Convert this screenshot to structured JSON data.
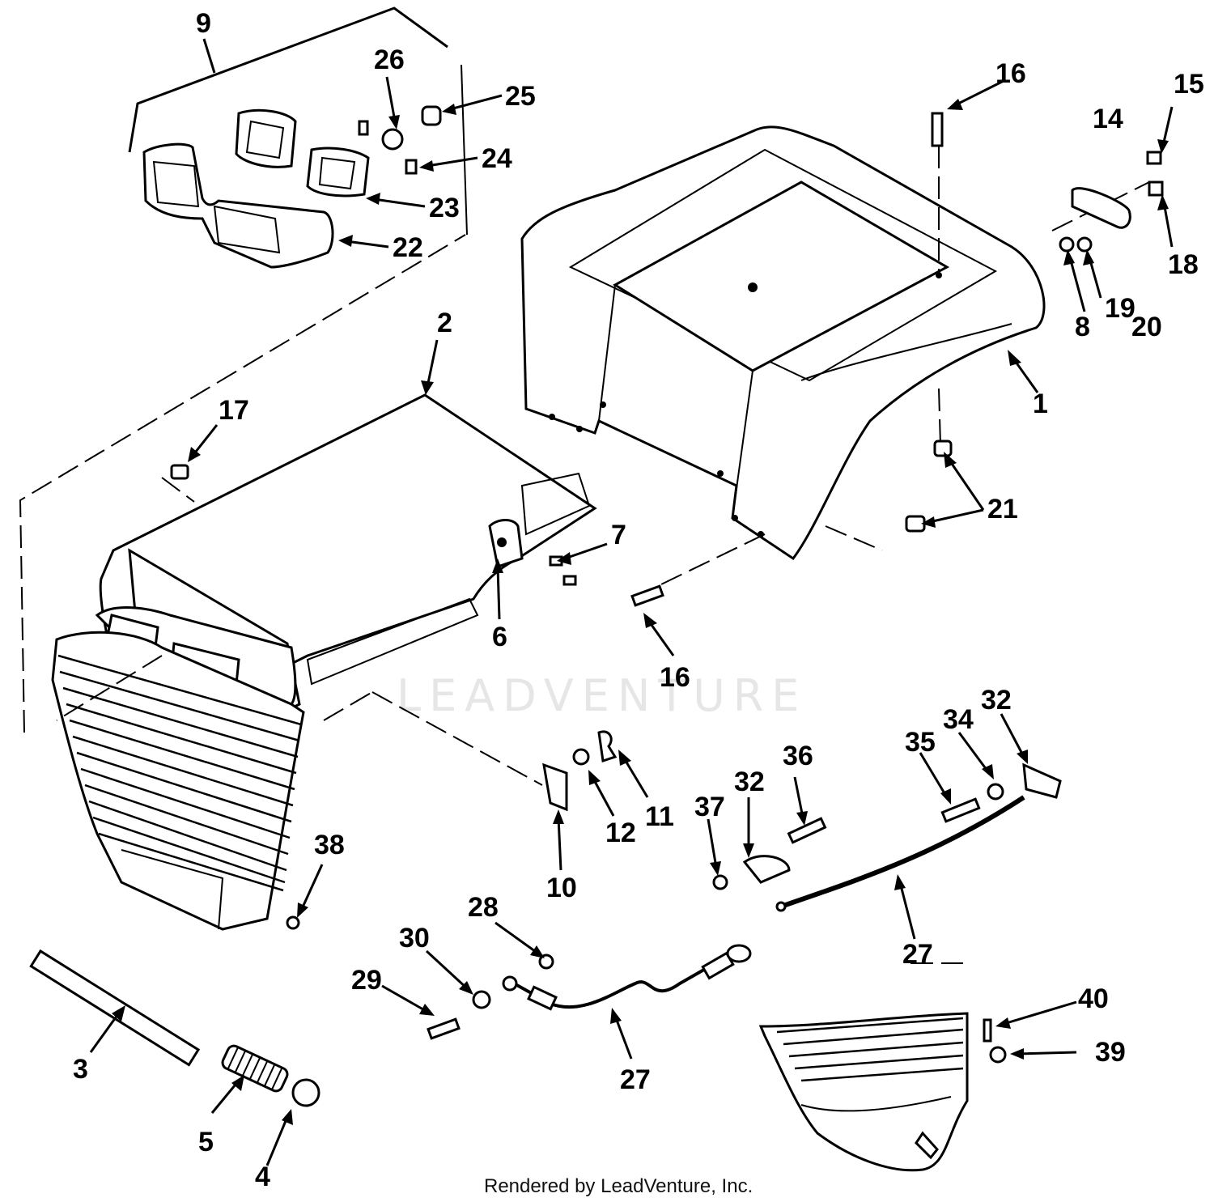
{
  "diagram": {
    "callouts": {
      "c1": "1",
      "c2": "2",
      "c3": "3",
      "c4": "4",
      "c5": "5",
      "c6": "6",
      "c7": "7",
      "c8": "8",
      "c9": "9",
      "c10": "10",
      "c11": "11",
      "c12": "12",
      "c14": "14",
      "c15": "15",
      "c16a": "16",
      "c16b": "16",
      "c17": "17",
      "c18": "18",
      "c19": "19",
      "c20": "20",
      "c21": "21",
      "c22": "22",
      "c23": "23",
      "c24": "24",
      "c25": "25",
      "c26": "26",
      "c27a": "27",
      "c27b": "27",
      "c28": "28",
      "c29": "29",
      "c30": "30",
      "c32a": "32",
      "c32b": "32",
      "c34": "34",
      "c35": "35",
      "c36": "36",
      "c37": "37",
      "c38": "38",
      "c39": "39",
      "c40": "40"
    },
    "watermark": "LEADVENTURE",
    "footer": "Rendered by LeadVenture, Inc."
  }
}
